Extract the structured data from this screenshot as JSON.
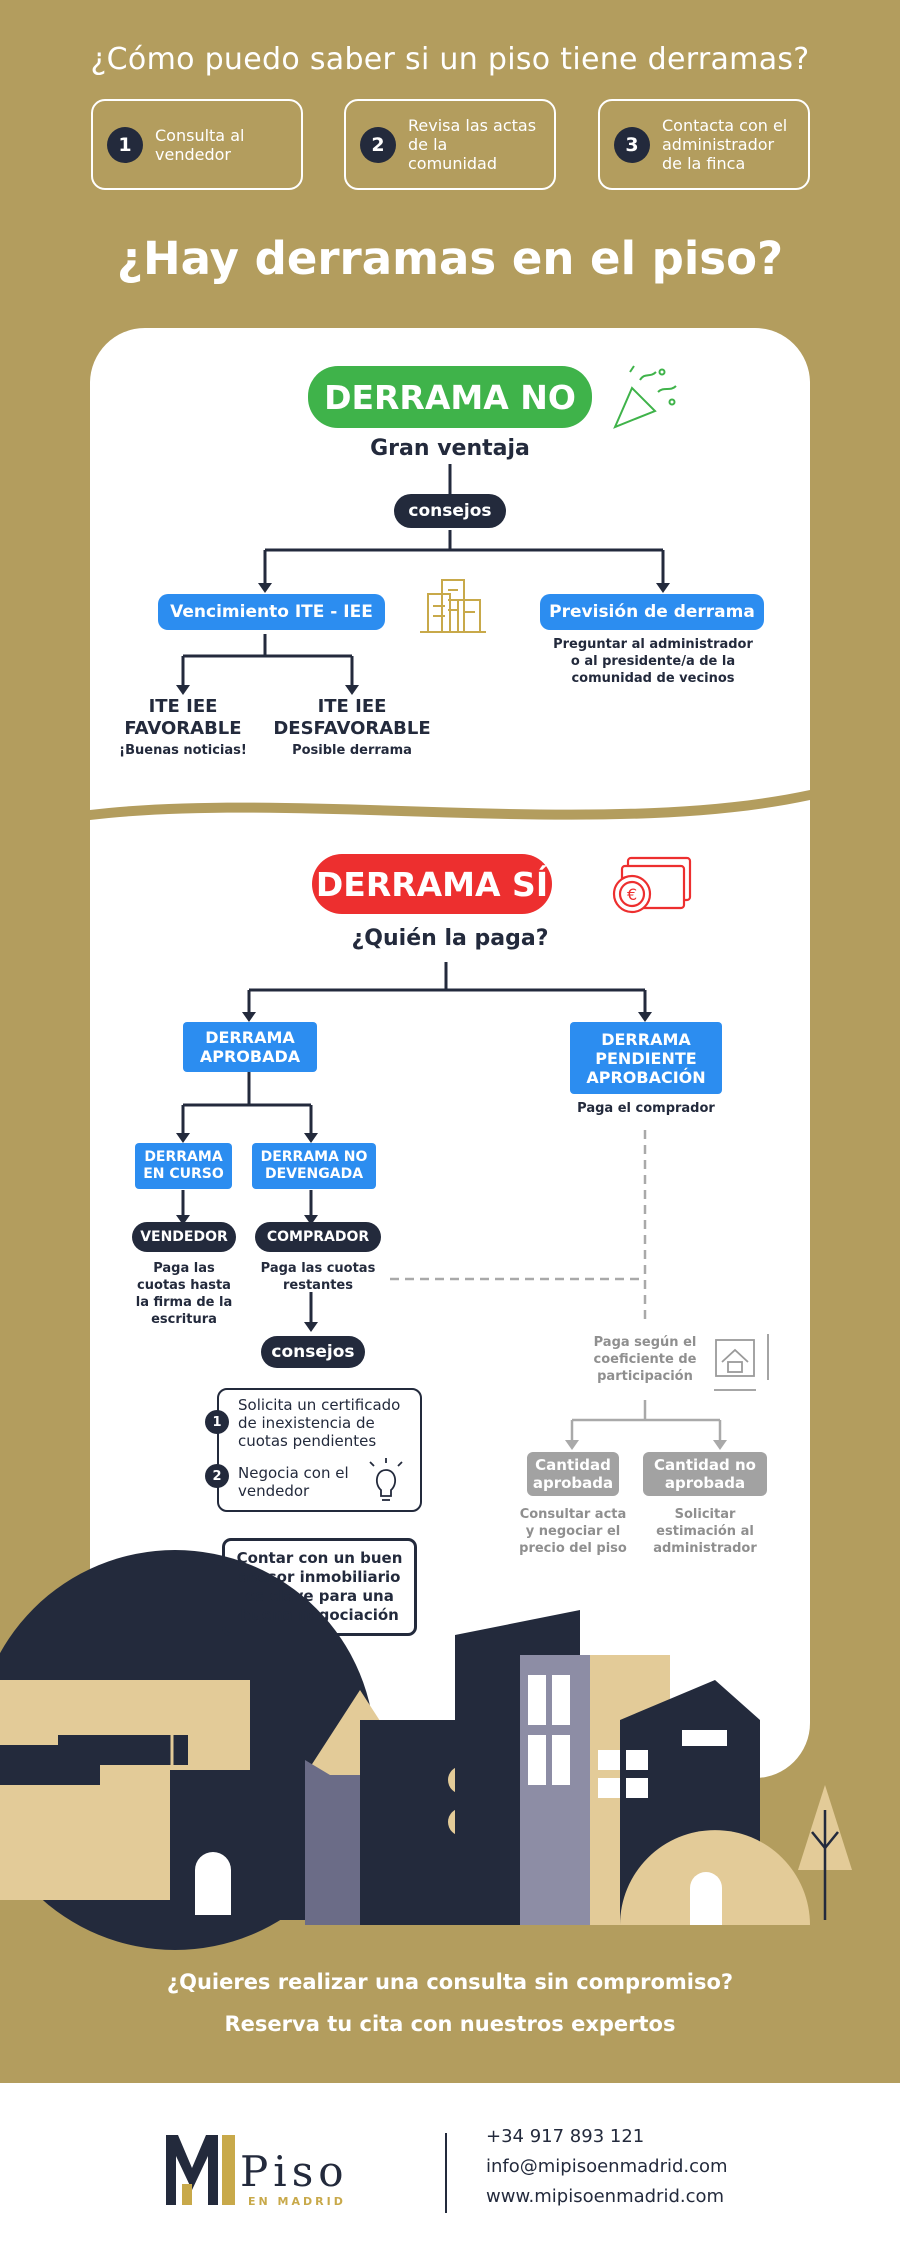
{
  "header": {
    "question": "¿Cómo puedo saber si un piso tiene derramas?",
    "steps": [
      {
        "num": "1",
        "text": "Consulta al vendedor"
      },
      {
        "num": "2",
        "text": "Revisa las actas de la comunidad"
      },
      {
        "num": "3",
        "text": "Contacta con el administrador de la finca"
      }
    ],
    "main_question": "¿Hay derramas en el piso?"
  },
  "no_section": {
    "badge": "DERRAMA NO",
    "subtitle": "Gran ventaja",
    "tips_label": "consejos",
    "ite_label": "Vencimiento ITE - IEE",
    "prevision_label": "Previsión de derrama",
    "prevision_text": "Preguntar al administrador o al presidente/a de la comunidad de vecinos",
    "favorable_title": "ITE IEE FAVORABLE",
    "favorable_note": "¡Buenas noticias!",
    "desfavorable_title": "ITE IEE DESFAVORABLE",
    "desfavorable_note": "Posible derrama"
  },
  "si_section": {
    "badge": "DERRAMA SÍ",
    "subtitle": "¿Quién la paga?",
    "aprobada": "DERRAMA APROBADA",
    "pendiente": "DERRAMA PENDIENTE APROBACIÓN",
    "pendiente_note": "Paga el comprador",
    "en_curso": "DERRAMA EN CURSO",
    "no_devengada": "DERRAMA NO DEVENGADA",
    "vendedor": "VENDEDOR",
    "vendedor_note": "Paga las cuotas hasta la firma de la escritura",
    "comprador": "COMPRADOR",
    "comprador_note": "Paga las cuotas restantes",
    "tips_label": "consejos",
    "tips": [
      {
        "num": "1",
        "text": "Solicita un certificado de inexistencia de cuotas pendientes"
      },
      {
        "num": "2",
        "text": "Negocia con el vendedor"
      }
    ],
    "advice": "Contar con un buen asesor inmobiliario es clave para una buena negociación",
    "coef_text": "Paga según el coeficiente de participación",
    "cantidad_aprobada": "Cantidad aprobada",
    "cantidad_aprobada_note": "Consultar acta y negociar el precio del piso",
    "cantidad_no_aprobada": "Cantidad no aprobada",
    "cantidad_no_aprobada_note": "Solicitar estimación al administrador"
  },
  "cta": {
    "line1": "¿Quieres realizar una consulta sin compromiso?",
    "line2": "Reserva tu cita con nuestros expertos"
  },
  "footer": {
    "logo_main": "Piso",
    "logo_sub": "EN MADRID",
    "phone": "+34 917 893 121",
    "email": "info@mipisoenmadrid.com",
    "web": "www.mipisoenmadrid.com"
  },
  "colors": {
    "gold": "#b39d5e",
    "navy": "#232a3c",
    "green": "#3fb34a",
    "red": "#ed2f2f",
    "blue": "#2c8df0",
    "grey": "#a2a2a2"
  }
}
